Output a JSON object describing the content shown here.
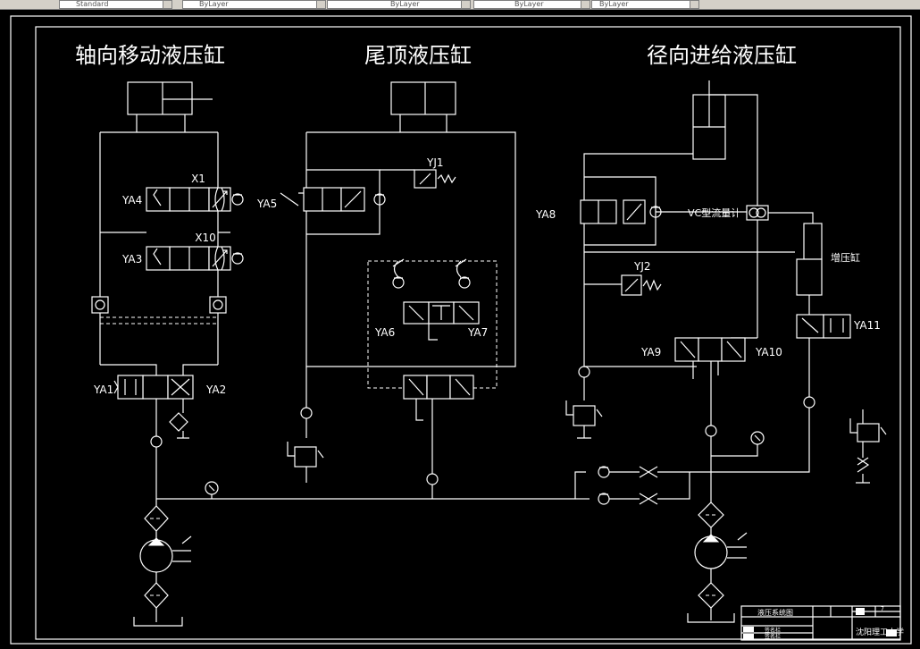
{
  "toolbar": {
    "textstyle": "Standard",
    "layer1": "ByLayer",
    "layer2": "ByLayer",
    "layer3": "ByLayer",
    "layer4": "ByLayer"
  },
  "titles": {
    "axial": "轴向移动液压缸",
    "tail": "尾顶液压缸",
    "radial": "径向进给液压缸"
  },
  "labels": {
    "x1": "X1",
    "x10": "X10",
    "ya1": "YA1",
    "ya2": "YA2",
    "ya3": "YA3",
    "ya4": "YA4",
    "ya5": "YA5",
    "ya6": "YA6",
    "ya7": "YA7",
    "ya8": "YA8",
    "ya9": "YA9",
    "ya10": "YA10",
    "ya11": "YA11",
    "yj1": "YJ1",
    "yj2": "YJ2",
    "flowmeter": "VC型流量计",
    "booster": "增压缸"
  },
  "titleblock": {
    "drawing_name": "液压系统图",
    "school": "沈阳理工大学",
    "row1": "签名栏",
    "row2": "签名栏",
    "sheet": "7"
  },
  "colors": {
    "background": "#000000",
    "lines": "#ffffff",
    "toolbar": "#d4d0c8"
  }
}
